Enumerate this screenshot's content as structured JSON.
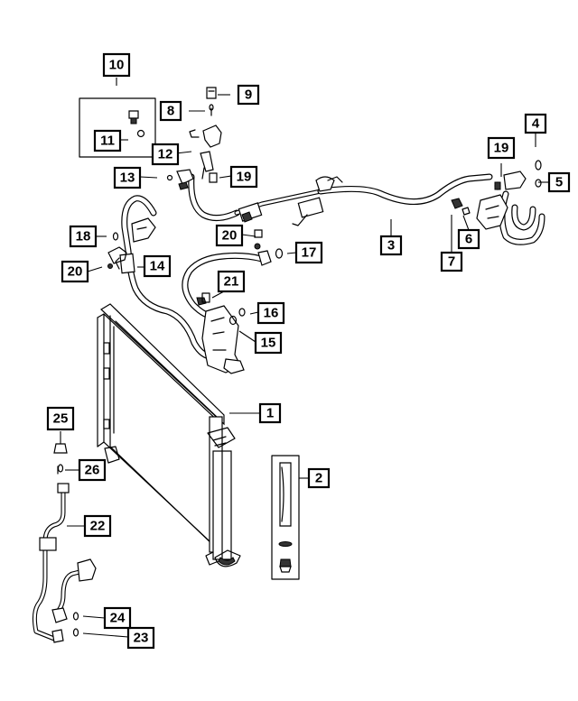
{
  "callouts": [
    {
      "id": "c1",
      "label": "1"
    },
    {
      "id": "c2",
      "label": "2"
    },
    {
      "id": "c3",
      "label": "3"
    },
    {
      "id": "c4",
      "label": "4"
    },
    {
      "id": "c5",
      "label": "5"
    },
    {
      "id": "c6",
      "label": "6"
    },
    {
      "id": "c7",
      "label": "7"
    },
    {
      "id": "c8",
      "label": "8"
    },
    {
      "id": "c9",
      "label": "9"
    },
    {
      "id": "c10",
      "label": "10"
    },
    {
      "id": "c11",
      "label": "11"
    },
    {
      "id": "c12",
      "label": "12"
    },
    {
      "id": "c13",
      "label": "13"
    },
    {
      "id": "c14",
      "label": "14"
    },
    {
      "id": "c15",
      "label": "15"
    },
    {
      "id": "c16",
      "label": "16"
    },
    {
      "id": "c17",
      "label": "17"
    },
    {
      "id": "c18",
      "label": "18"
    },
    {
      "id": "c19a",
      "label": "19"
    },
    {
      "id": "c19b",
      "label": "19"
    },
    {
      "id": "c20a",
      "label": "20"
    },
    {
      "id": "c20b",
      "label": "20"
    },
    {
      "id": "c21",
      "label": "21"
    },
    {
      "id": "c22",
      "label": "22"
    },
    {
      "id": "c23",
      "label": "23"
    },
    {
      "id": "c24",
      "label": "24"
    },
    {
      "id": "c25",
      "label": "25"
    },
    {
      "id": "c26",
      "label": "26"
    }
  ]
}
